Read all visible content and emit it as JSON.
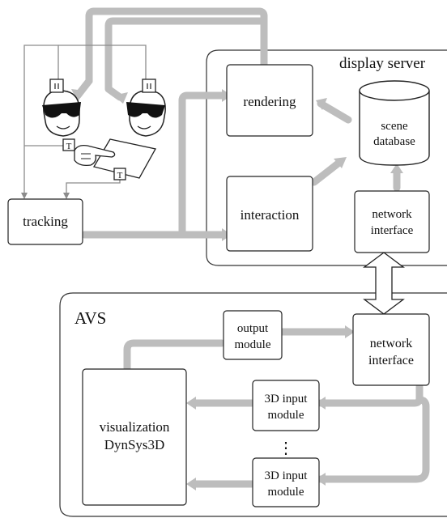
{
  "display_server": {
    "title": "display server",
    "rendering": "rendering",
    "scene_database_line1": "scene",
    "scene_database_line2": "database",
    "interaction": "interaction",
    "network_interface_line1": "network",
    "network_interface_line2": "interface"
  },
  "tracking": "tracking",
  "tracker_marker": "T",
  "avs": {
    "title": "AVS",
    "output_module_line1": "output",
    "output_module_line2": "module",
    "network_interface_line1": "network",
    "network_interface_line2": "interface",
    "visualization_line1": "visualization",
    "visualization_line2": "DynSys3D",
    "input_module_top_line1": "3D input",
    "input_module_top_line2": "module",
    "input_module_bottom_line1": "3D input",
    "input_module_bottom_line2": "module",
    "ellipsis": "⋮"
  },
  "colors": {
    "pipe": "#bdbdbd",
    "thin_line": "#8c8c8c",
    "outline": "#222222"
  }
}
